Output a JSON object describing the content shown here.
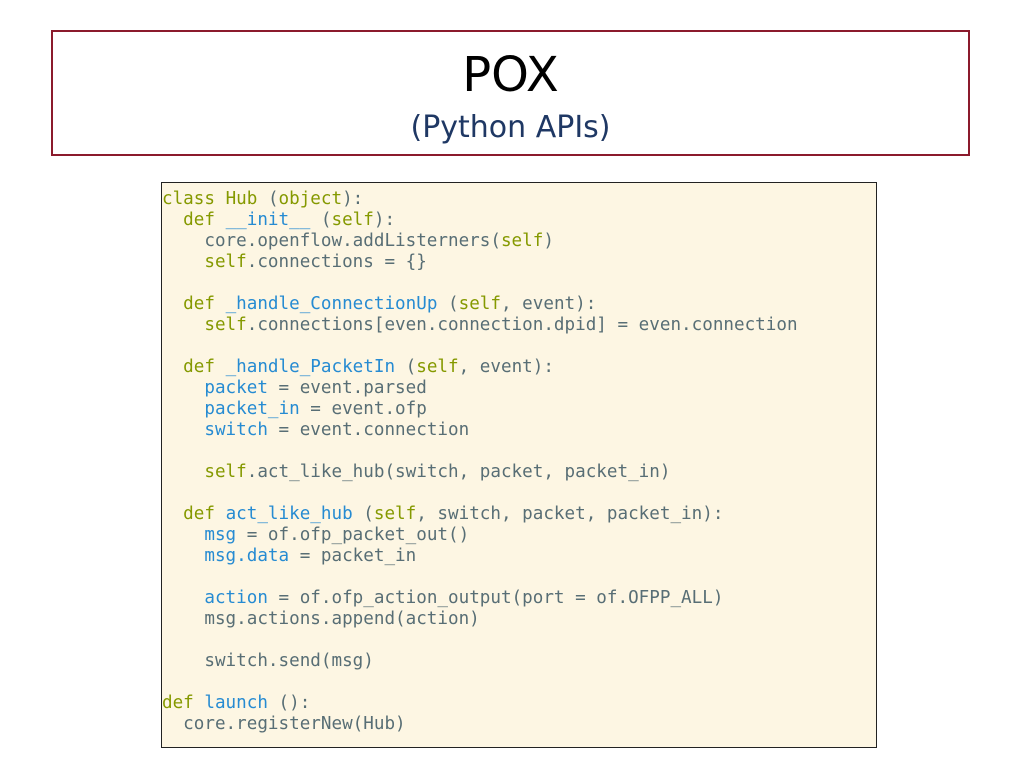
{
  "slide": {
    "title": "POX",
    "subtitle": "(Python APIs)"
  },
  "code": {
    "lines": [
      [
        {
          "t": "class ",
          "c": "kw"
        },
        {
          "t": "Hub ",
          "c": "kw"
        },
        {
          "t": "(",
          "c": "pl"
        },
        {
          "t": "object",
          "c": "kw"
        },
        {
          "t": "):",
          "c": "pl"
        }
      ],
      [
        {
          "t": "  def ",
          "c": "kw"
        },
        {
          "t": "__init__ ",
          "c": "fn"
        },
        {
          "t": "(",
          "c": "pl"
        },
        {
          "t": "self",
          "c": "kw"
        },
        {
          "t": "):",
          "c": "pl"
        }
      ],
      [
        {
          "t": "    core.openflow.addListerners(",
          "c": "pl"
        },
        {
          "t": "self",
          "c": "kw"
        },
        {
          "t": ")",
          "c": "pl"
        }
      ],
      [
        {
          "t": "    self",
          "c": "kw"
        },
        {
          "t": ".connections = {}",
          "c": "pl"
        }
      ],
      [],
      [
        {
          "t": "  def ",
          "c": "kw"
        },
        {
          "t": "_handle_ConnectionUp ",
          "c": "fn"
        },
        {
          "t": "(",
          "c": "pl"
        },
        {
          "t": "self",
          "c": "kw"
        },
        {
          "t": ", event):",
          "c": "pl"
        }
      ],
      [
        {
          "t": "    self",
          "c": "kw"
        },
        {
          "t": ".connections[even.connection.dpid] = even.connection",
          "c": "pl"
        }
      ],
      [],
      [
        {
          "t": "  def ",
          "c": "kw"
        },
        {
          "t": "_handle_PacketIn ",
          "c": "fn"
        },
        {
          "t": "(",
          "c": "pl"
        },
        {
          "t": "self",
          "c": "kw"
        },
        {
          "t": ", event):",
          "c": "pl"
        }
      ],
      [
        {
          "t": "    packet",
          "c": "fn"
        },
        {
          "t": " = event.parsed",
          "c": "pl"
        }
      ],
      [
        {
          "t": "    packet_in",
          "c": "fn"
        },
        {
          "t": " = event.ofp",
          "c": "pl"
        }
      ],
      [
        {
          "t": "    switch",
          "c": "fn"
        },
        {
          "t": " = event.connection",
          "c": "pl"
        }
      ],
      [],
      [
        {
          "t": "    self",
          "c": "kw"
        },
        {
          "t": ".act_like_hub(switch, packet, packet_in)",
          "c": "pl"
        }
      ],
      [],
      [
        {
          "t": "  def ",
          "c": "kw"
        },
        {
          "t": "act_like_hub ",
          "c": "fn"
        },
        {
          "t": "(",
          "c": "pl"
        },
        {
          "t": "self",
          "c": "kw"
        },
        {
          "t": ", switch, packet, packet_in):",
          "c": "pl"
        }
      ],
      [
        {
          "t": "    msg",
          "c": "fn"
        },
        {
          "t": " = of.ofp_packet_out()",
          "c": "pl"
        }
      ],
      [
        {
          "t": "    msg.data",
          "c": "fn"
        },
        {
          "t": " = packet_in",
          "c": "pl"
        }
      ],
      [],
      [
        {
          "t": "    action",
          "c": "fn"
        },
        {
          "t": " = of.ofp_action_output(port = of.OFPP_ALL)",
          "c": "pl"
        }
      ],
      [
        {
          "t": "    msg.actions.append(action)",
          "c": "pl"
        }
      ],
      [],
      [
        {
          "t": "    switch.send(msg)",
          "c": "pl"
        }
      ],
      [],
      [
        {
          "t": "def ",
          "c": "kw"
        },
        {
          "t": "launch ",
          "c": "fn"
        },
        {
          "t": "():",
          "c": "pl"
        }
      ],
      [
        {
          "t": "  core.registerNew(Hub)",
          "c": "pl"
        }
      ]
    ]
  }
}
